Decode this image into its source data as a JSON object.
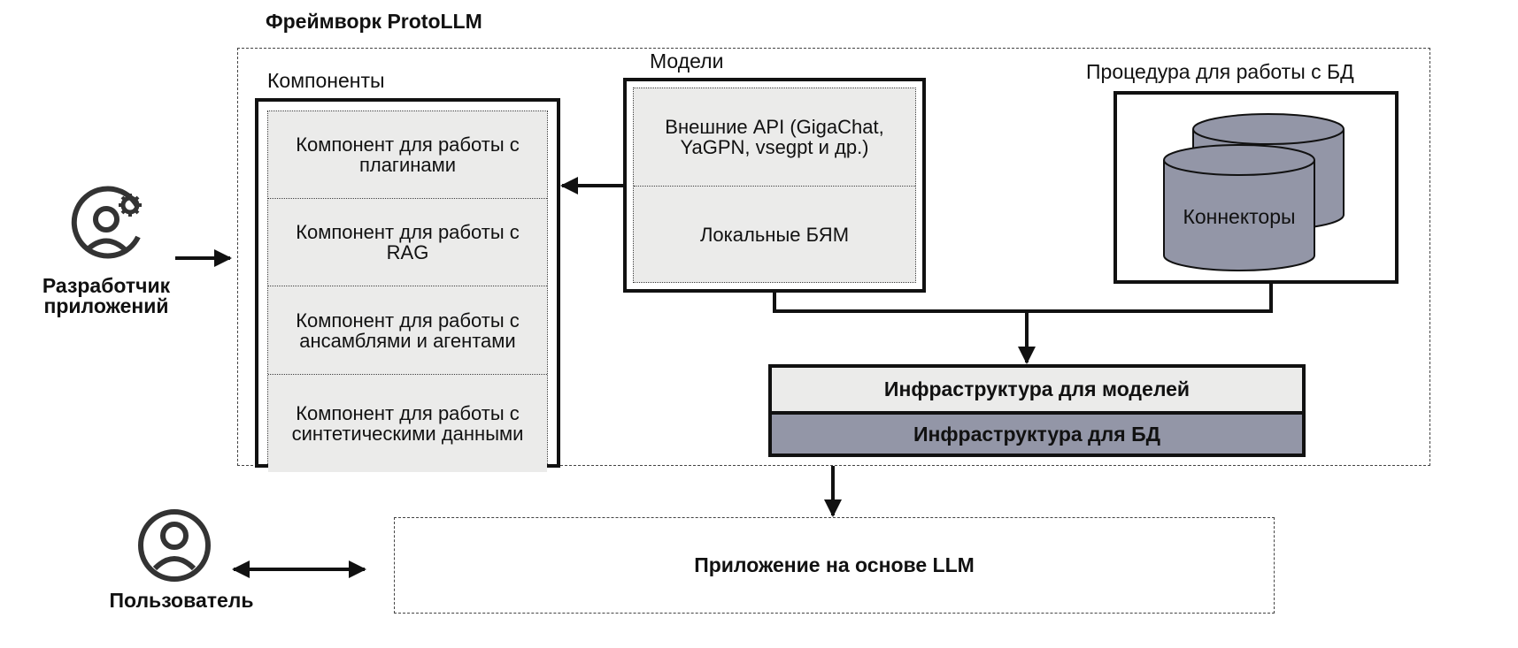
{
  "title": "Фреймворк ProtoLLM",
  "components": {
    "label": "Компоненты",
    "items": [
      "Компонент для работы с плагинами",
      "Компонент для работы с RAG",
      "Компонент для работы с ансамблями и агентами",
      "Компонент для работы с синтетическими данными"
    ]
  },
  "models": {
    "label": "Модели",
    "external": "Внешние API (GigaChat, YaGPN, vsegpt  и др.)",
    "local": "Локальные БЯМ"
  },
  "db": {
    "label": "Процедура для работы с БД",
    "connectors": "Коннекторы"
  },
  "infra": {
    "models": "Инфраструктура для моделей",
    "db": "Инфраструктура для БД"
  },
  "app": "Приложение на основе LLM",
  "developer": "Разработчик приложений",
  "user": "Пользователь",
  "colors": {
    "cell_fill": "#ebebea",
    "db_fill": "#9396a7",
    "line": "#111111"
  },
  "icons": [
    "developer-gear-icon",
    "user-icon",
    "database-cylinder-icon"
  ]
}
